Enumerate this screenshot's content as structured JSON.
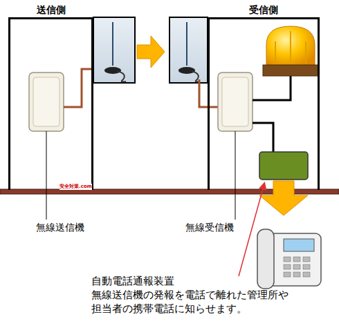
{
  "diagram": {
    "nodes": [
      {
        "text": [
          "送信側"
        ]
      },
      {
        "text": [
          "受信側"
        ]
      }
    ],
    "labels": [
      "無線送信機",
      "無線受信機",
      "安全対策.com",
      "自動電話通報装置",
      "無線送信機の発報を電話で離れた管理所や 担当者の携帯電話に知らせます。"
    ]
  }
}
